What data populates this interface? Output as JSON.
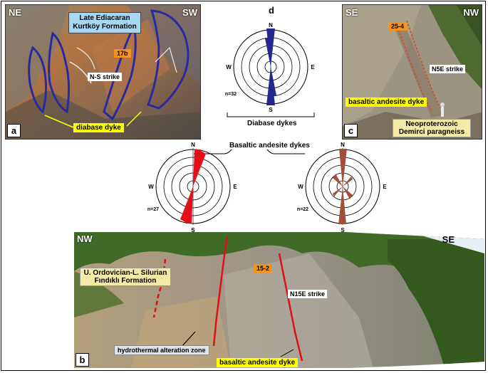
{
  "panel_a": {
    "letter": "a",
    "left_corner": "NE",
    "right_corner": "SW",
    "formation_label_line1": "Late Ediacaran",
    "formation_label_line2": "Kurtköy Formation",
    "sample_id": "17b",
    "strike_label": "N-S strike",
    "dyke_label": "diabase dyke",
    "colors": {
      "dyke_outline": "#2a2aa0",
      "leader": "#ffff00"
    }
  },
  "panel_d": {
    "letter": "d",
    "caption": "Diabase dykes",
    "n_label": "n=32",
    "compass": {
      "n": "N",
      "s": "S",
      "e": "E",
      "w": "W"
    },
    "color": "#262690"
  },
  "panel_c": {
    "letter": "c",
    "left_corner": "SE",
    "right_corner": "NW",
    "sample_id": "25-4",
    "strike_label": "N5E strike",
    "dyke_label": "basaltic andesite dyke",
    "unit_line1": "Neoproterozoic",
    "unit_line2": "Demirci paragneiss"
  },
  "roses_basaltic": {
    "caption": "Basaltic andesite dykes",
    "left": {
      "n_label": "n=27",
      "compass": {
        "n": "N",
        "s": "S",
        "e": "E",
        "w": "W"
      },
      "color": "#e3101a"
    },
    "right": {
      "n_label": "n=22",
      "compass": {
        "n": "N",
        "s": "S",
        "e": "E",
        "w": "W"
      },
      "color": "#a0503a"
    }
  },
  "panel_b": {
    "letter": "b",
    "left_corner": "NW",
    "right_corner": "SE",
    "formation_line1": "U. Ordovician-L. Silurian",
    "formation_line2": "Fındıklı Formation",
    "sample_id": "15-2",
    "strike_label": "N15E strike",
    "alteration_label": "hydrothermal alteration zone",
    "dyke_label": "basaltic andesite dyke",
    "colors": {
      "dyke_line": "#e0101a"
    }
  }
}
